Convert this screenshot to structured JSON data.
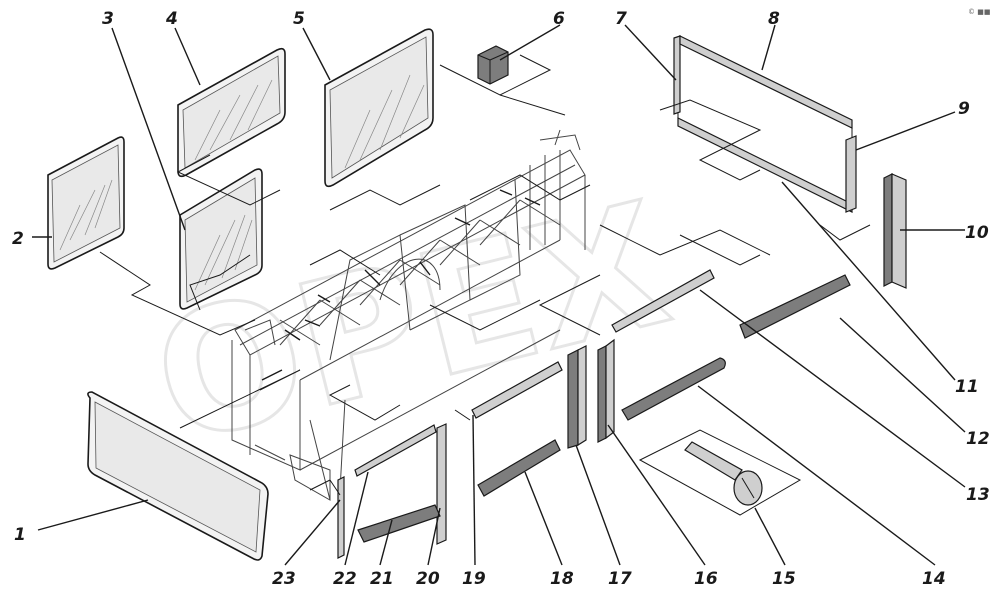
{
  "watermark": "OPEX",
  "corner_mark": "© ■■",
  "callouts": [
    {
      "n": "1",
      "part": "side-glass-large"
    },
    {
      "n": "2",
      "part": "rear-glass"
    },
    {
      "n": "3",
      "part": "side-glass-left"
    },
    {
      "n": "4",
      "part": "upper-glass-left"
    },
    {
      "n": "5",
      "part": "upper-glass-right"
    },
    {
      "n": "6",
      "part": "mesh-block"
    },
    {
      "n": "7",
      "part": "frame-profile-left"
    },
    {
      "n": "8",
      "part": "window-frame-large"
    },
    {
      "n": "9",
      "part": "frame-profile-right"
    },
    {
      "n": "10",
      "part": "corner-profile"
    },
    {
      "n": "11",
      "part": "frame-bottom-rail"
    },
    {
      "n": "12",
      "part": "seal-strip"
    },
    {
      "n": "13",
      "part": "upper-strip"
    },
    {
      "n": "14",
      "part": "seal-round"
    },
    {
      "n": "15",
      "part": "screw"
    },
    {
      "n": "16",
      "part": "corner-profile-b"
    },
    {
      "n": "17",
      "part": "corner-profile-c"
    },
    {
      "n": "18",
      "part": "seal-strip-b"
    },
    {
      "n": "19",
      "part": "vertical-strip"
    },
    {
      "n": "20",
      "part": "vertical-profile"
    },
    {
      "n": "21",
      "part": "seal-strip-c"
    },
    {
      "n": "22",
      "part": "thin-strip"
    },
    {
      "n": "23",
      "part": "end-strip"
    }
  ]
}
